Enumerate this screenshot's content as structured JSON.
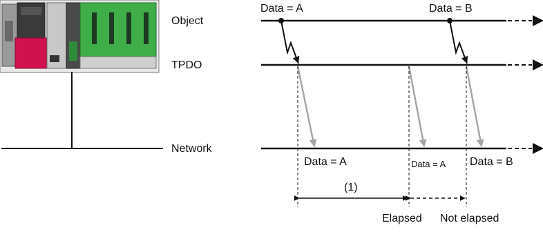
{
  "rows": {
    "object": "Object",
    "tpdo": "TPDO",
    "network": "Network"
  },
  "events": {
    "data_a_top": "Data = A",
    "data_b_top": "Data = B",
    "data_a_net": "Data = A",
    "data_a_net_small": "Data = A",
    "data_b_net": "Data = B"
  },
  "timing": {
    "interval_label": "(1)",
    "elapsed": "Elapsed",
    "not_elapsed": "Not elapsed"
  },
  "colors": {
    "line": "#111111",
    "gray_arrow": "#a6a6a6",
    "module_red": "#d0124e",
    "module_green": "#3fae49",
    "module_gray": "#b5b5b5"
  }
}
